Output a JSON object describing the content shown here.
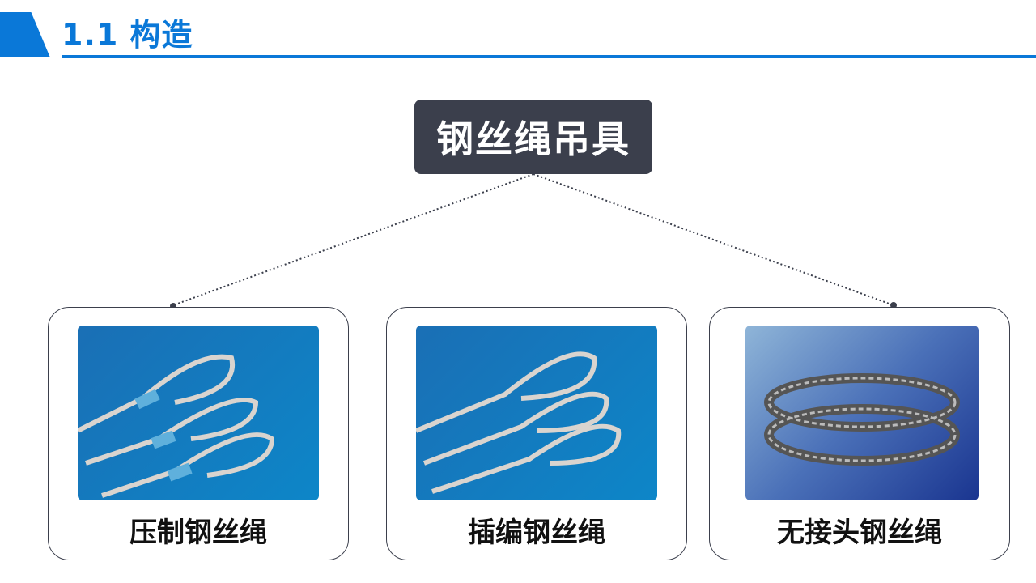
{
  "header": {
    "title": "1.1 构造"
  },
  "root": {
    "label": "钢丝绳吊具"
  },
  "cards": [
    {
      "label": "压制钢丝绳"
    },
    {
      "label": "插编钢丝绳"
    },
    {
      "label": "无接头钢丝绳"
    }
  ],
  "colors": {
    "accent": "#0a78d8",
    "box": "#3b3f4c"
  }
}
